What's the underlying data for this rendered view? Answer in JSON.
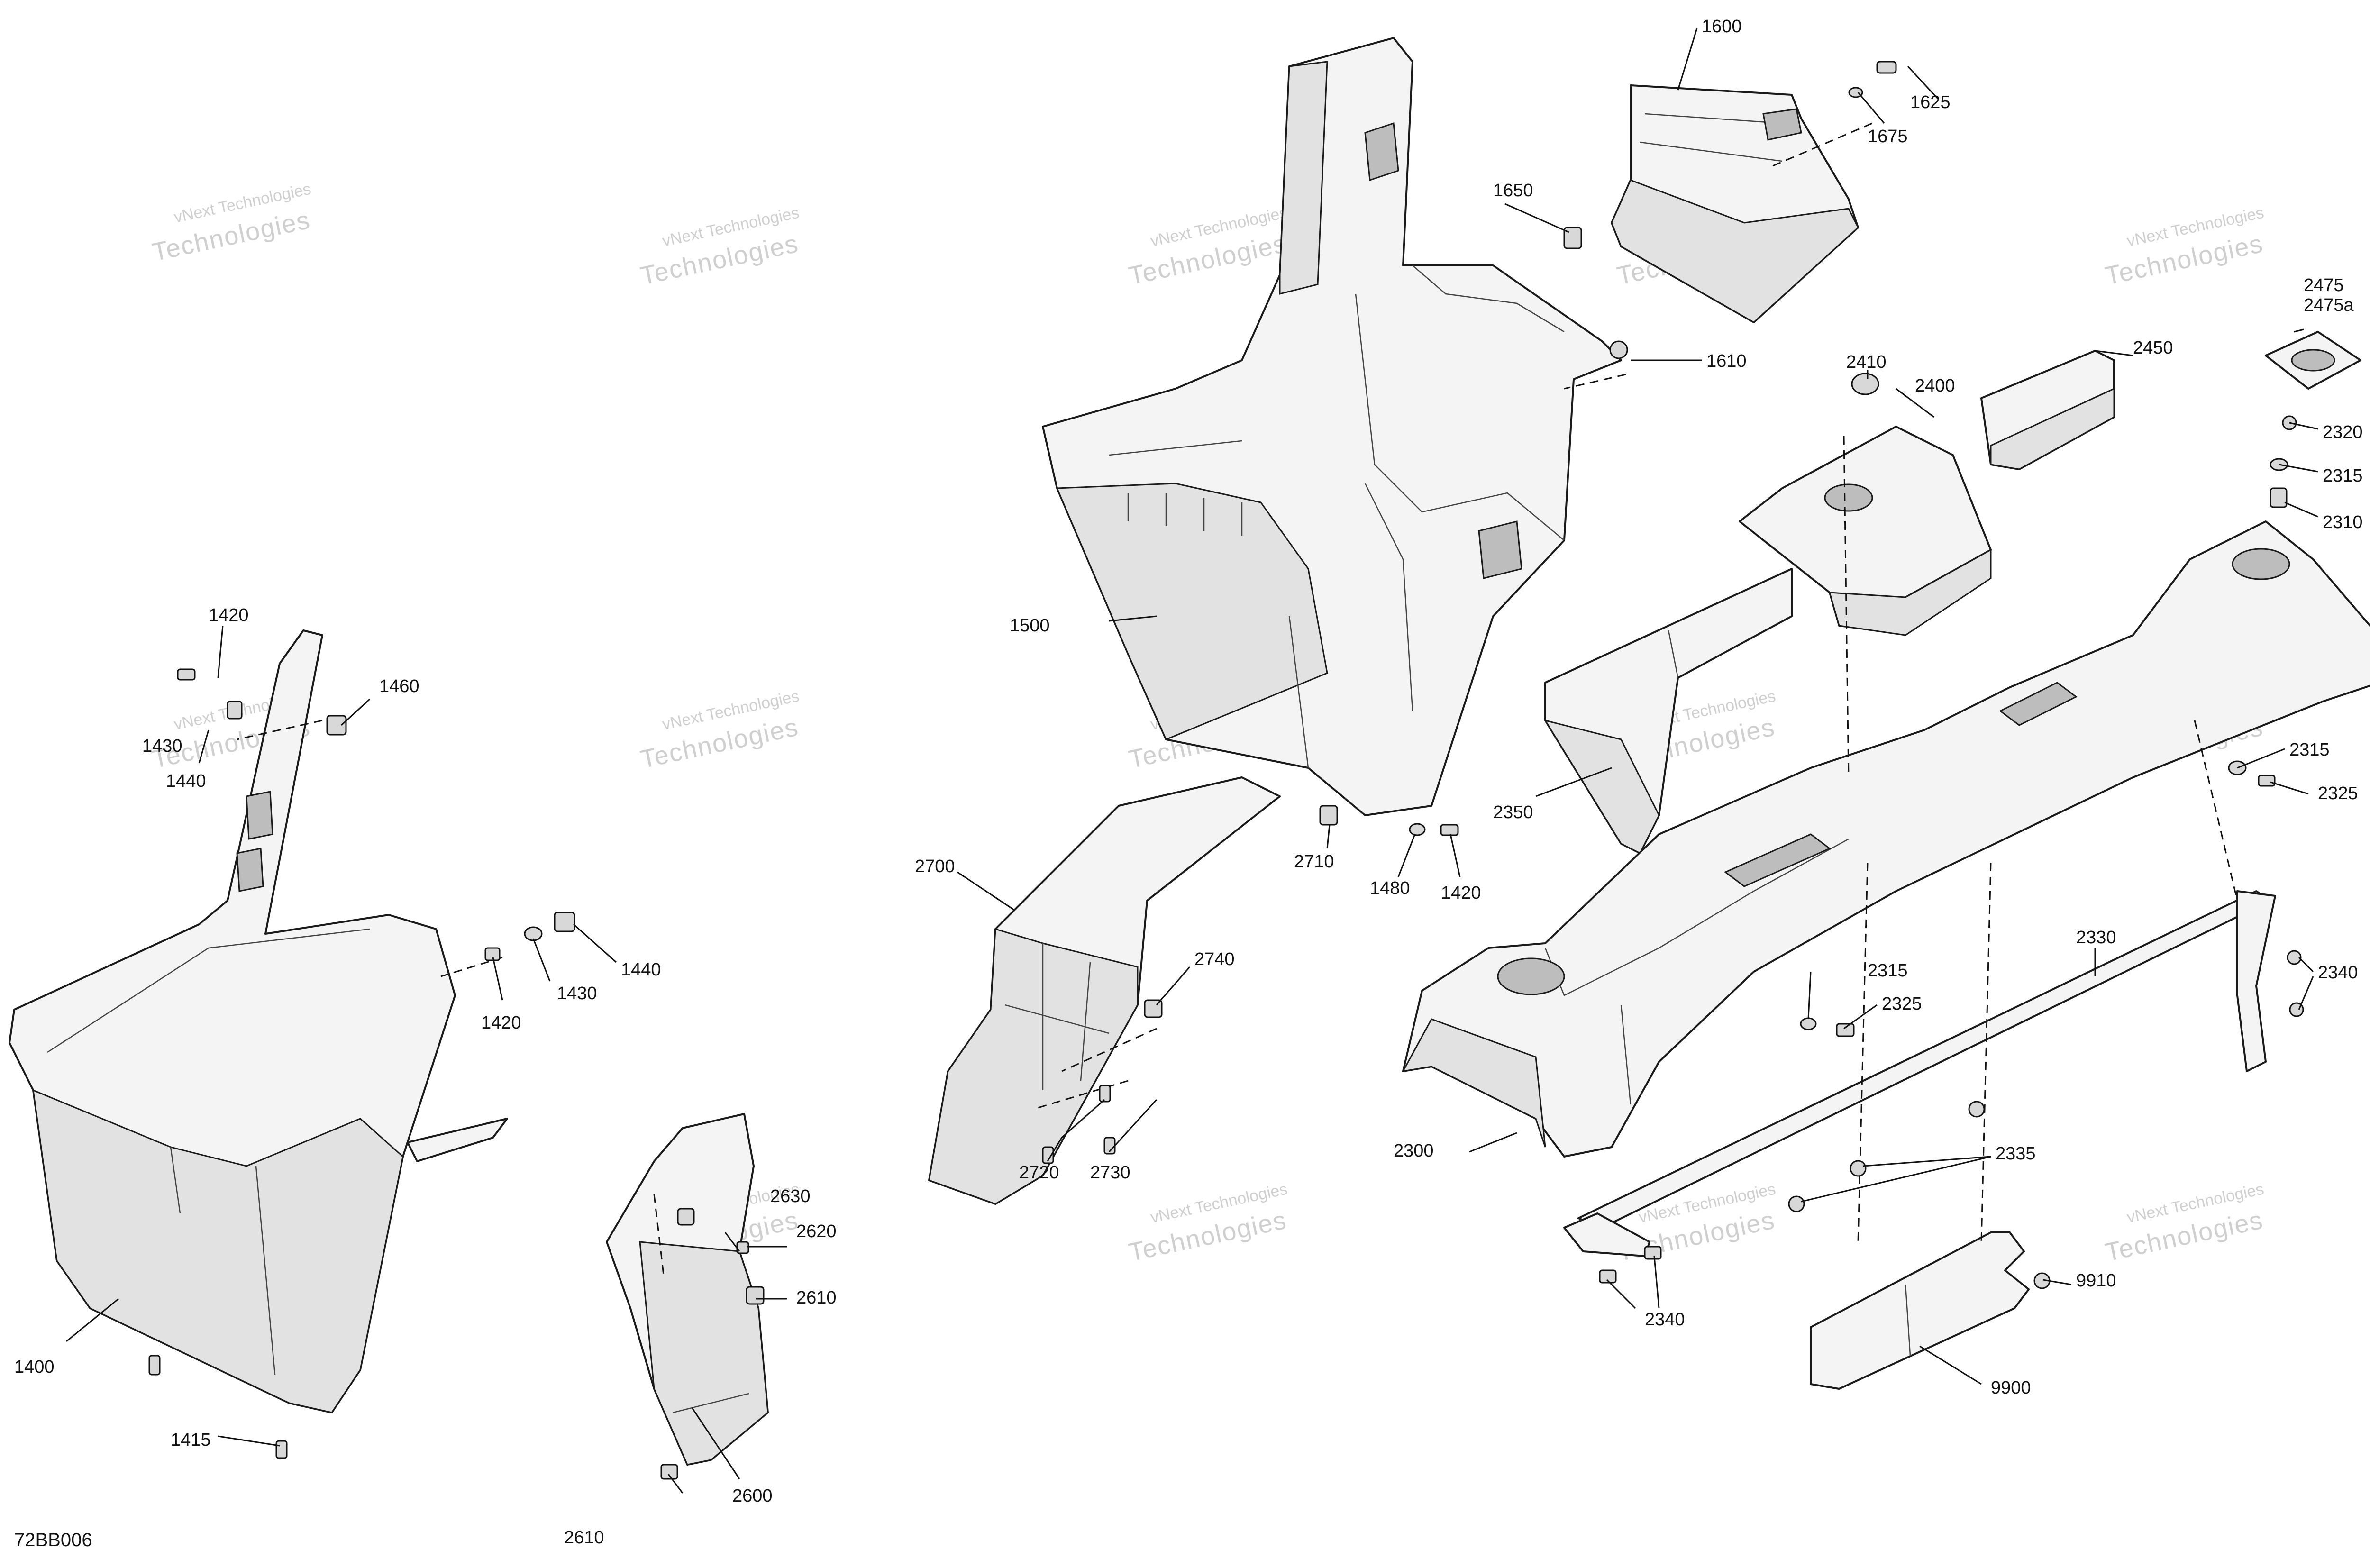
{
  "diagram_code": "72BB006",
  "watermark": {
    "line1": "vNext Technologies",
    "line2": "Technologies"
  },
  "callouts": {
    "c1600": "1600",
    "c1625": "1625",
    "c1675": "1675",
    "c1650": "1650",
    "c1610": "1610",
    "c1500": "1500",
    "c2410": "2410",
    "c2400": "2400",
    "c2450": "2450",
    "c2475": "2475",
    "c2475a": "2475a",
    "c2320": "2320",
    "c2315a": "2315",
    "c2310": "2310",
    "c1420a": "1420",
    "c1460": "1460",
    "c1430a": "1430",
    "c1440a": "1440",
    "c1420b": "1420",
    "c1430b": "1430",
    "c1440b": "1440",
    "c1400": "1400",
    "c1415": "1415",
    "c2710": "2710",
    "c1480": "1480",
    "c1420c": "1420",
    "c2700": "2700",
    "c2740": "2740",
    "c2720": "2720",
    "c2730": "2730",
    "c2630": "2630",
    "c2620": "2620",
    "c2610a": "2610",
    "c2600": "2600",
    "c2610b": "2610",
    "c2350": "2350",
    "c2315b": "2315",
    "c2325a": "2325",
    "c2330": "2330",
    "c2340a": "2340",
    "c2315c": "2315",
    "c2325b": "2325",
    "c2300": "2300",
    "c2335": "2335",
    "c2340b": "2340",
    "c9910": "9910",
    "c9900": "9900"
  }
}
